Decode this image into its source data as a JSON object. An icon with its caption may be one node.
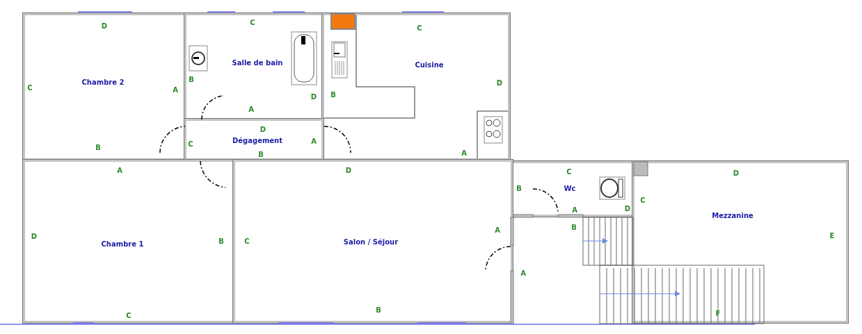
{
  "diagram": {
    "nodes": [
      {
        "text": [
          "Chambre 2"
        ]
      },
      {
        "text": [
          "Salle de bain"
        ]
      },
      {
        "text": [
          "Cuisine"
        ]
      },
      {
        "text": [
          "Dégagement"
        ]
      },
      {
        "text": [
          "Wc"
        ]
      },
      {
        "text": [
          "Mezzanine"
        ]
      },
      {
        "text": [
          "Chambre 1"
        ]
      },
      {
        "text": [
          "Salon / Séjour"
        ]
      }
    ],
    "labels": [
      "D",
      "C",
      "C",
      "C",
      "A",
      "B",
      "D",
      "B",
      "D",
      "A",
      "D",
      "B",
      "C",
      "B",
      "A",
      "A",
      "A",
      "D",
      "C",
      "D",
      "B",
      "A",
      "D",
      "C",
      "D",
      "B",
      "C",
      "A",
      "B",
      "E",
      "A",
      "C",
      "B",
      "F"
    ]
  }
}
